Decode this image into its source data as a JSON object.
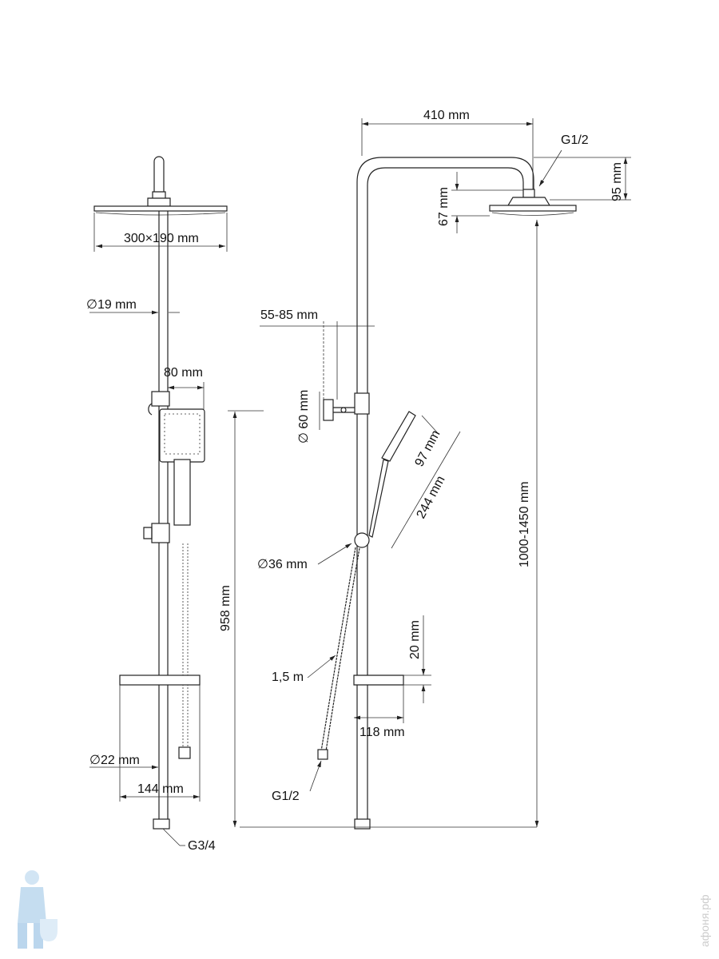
{
  "labels": {
    "head_size": "300×190 mm",
    "pipe_diameter": "∅19 mm",
    "hand_width": "80 mm",
    "height_958": "958 mm",
    "rail_diameter": "∅22 mm",
    "dish_width_left": "144 mm",
    "inlet_thread": "G3/4",
    "arm_length": "410 mm",
    "head_thread": "G1/2",
    "height_95": "95 mm",
    "height_67": "67 mm",
    "wall_distance": "55-85 mm",
    "bracket_diameter": "∅ 60 mm",
    "hand_head_length": "97 mm",
    "hand_total_length": "244 mm",
    "diverter_diameter": "∅36 mm",
    "height_range": "1000-1450 mm",
    "dish_height": "20 mm",
    "hose_length": "1,5 m",
    "dish_depth": "118 mm",
    "hose_thread": "G1/2"
  },
  "watermark": "афоня.рф"
}
